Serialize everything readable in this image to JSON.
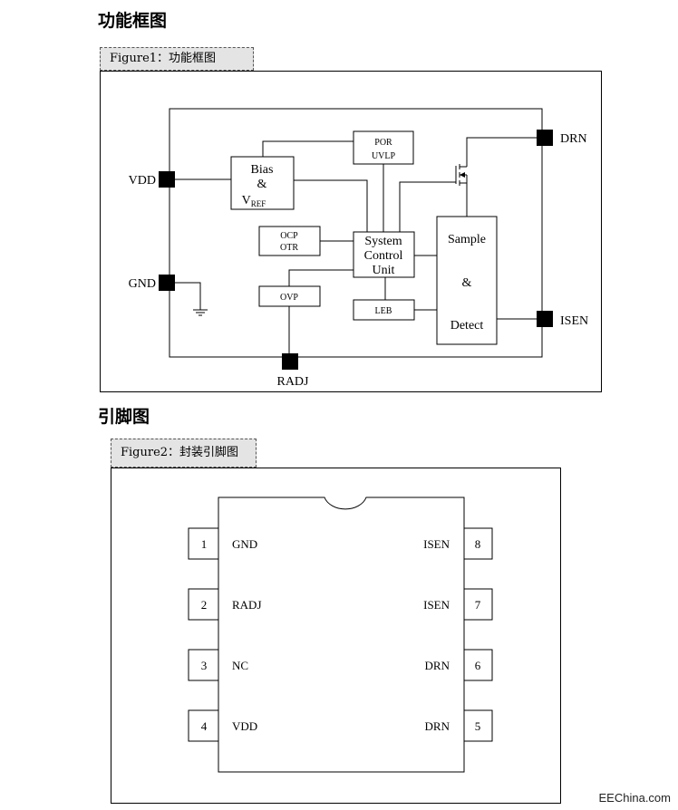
{
  "headings": {
    "block_diagram": "功能框图",
    "pinout": "引脚图"
  },
  "figure1": {
    "tab": "Figure1：功能框图",
    "pins": {
      "vdd": "VDD",
      "gnd": "GND",
      "drn": "DRN",
      "isen": "ISEN",
      "radj": "RADJ"
    },
    "blocks": {
      "bias_line1": "Bias",
      "bias_line2": "&",
      "bias_v": "V",
      "bias_sub": "REF",
      "por": "POR",
      "uvlp": "UVLP",
      "ocp": "OCP",
      "otr": "OTR",
      "ovp": "OVP",
      "scu_line1": "System",
      "scu_line2": "Control",
      "scu_line3": "Unit",
      "leb": "LEB",
      "sd_line1": "Sample",
      "sd_line2": "&",
      "sd_line3": "Detect"
    }
  },
  "figure2": {
    "tab": "Figure2：封装引脚图",
    "left_pins": [
      {
        "num": "1",
        "name": "GND"
      },
      {
        "num": "2",
        "name": "RADJ"
      },
      {
        "num": "3",
        "name": "NC"
      },
      {
        "num": "4",
        "name": "VDD"
      }
    ],
    "right_pins": [
      {
        "num": "8",
        "name": "ISEN"
      },
      {
        "num": "7",
        "name": "ISEN"
      },
      {
        "num": "6",
        "name": "DRN"
      },
      {
        "num": "5",
        "name": "DRN"
      }
    ]
  },
  "watermark": "EEChina.com",
  "colors": {
    "line": "#000000",
    "tab_fill": "#e4e4e4"
  }
}
